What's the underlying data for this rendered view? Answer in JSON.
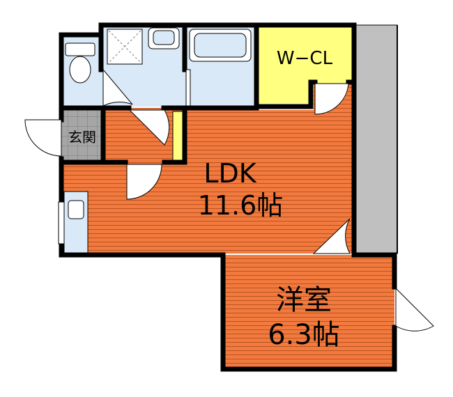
{
  "rooms": {
    "ldk": {
      "name": "LDK",
      "size": "11.6帖"
    },
    "western": {
      "name": "洋室",
      "size": "6.3帖"
    },
    "wcl": {
      "name": "W−CL"
    },
    "entrance": {
      "name": "玄関"
    }
  },
  "colors": {
    "floor": "#f27a3e",
    "floor_line": "#b8541f",
    "wet_area": "#d9e9f7",
    "closet": "#ffff80",
    "balcony": "#c0c0c0",
    "entrance_tile": "#a6a6a6",
    "wall": "#000000"
  }
}
